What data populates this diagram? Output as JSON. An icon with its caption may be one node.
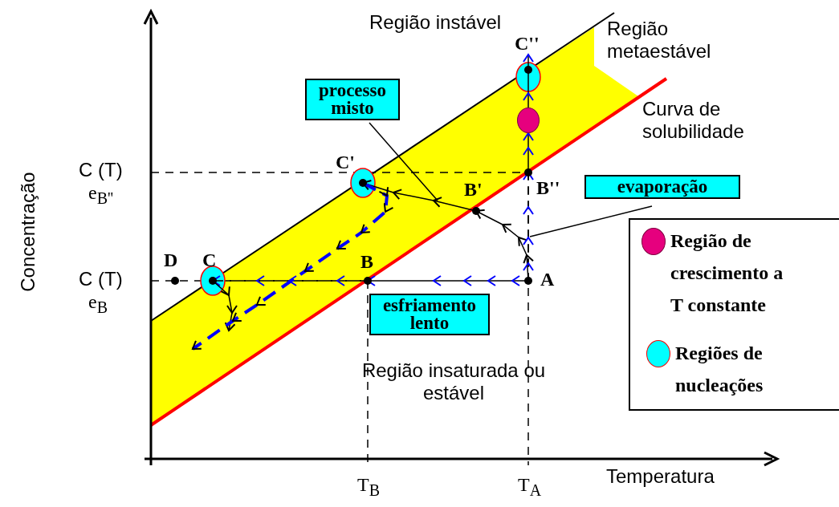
{
  "diagram": {
    "nodes": [
      {
        "text": [
          "C''"
        ]
      },
      {
        "text": [],
        "shape": "circle"
      },
      {
        "text": [
          "processo misto"
        ]
      },
      {
        "text": [
          "C'"
        ]
      },
      {
        "text": [
          "B'"
        ]
      },
      {
        "text": [
          "B''"
        ]
      },
      {
        "text": [
          "evaporação"
        ]
      },
      {
        "text": [
          "D"
        ]
      },
      {
        "text": [
          "C"
        ]
      },
      {
        "text": [
          "B"
        ]
      },
      {
        "text": [
          "A"
        ]
      },
      {
        "text": [
          "esfriamento lento"
        ]
      }
    ],
    "edges": [
      {
        "from": 10,
        "to": 9,
        "arrow": "to"
      },
      {
        "from": 9,
        "to": 8,
        "arrow": "to",
        "style": "dashed"
      },
      {
        "from": 10,
        "to": 4,
        "arrow": "to"
      },
      {
        "from": 4,
        "to": 3,
        "arrow": "to"
      },
      {
        "from": 10,
        "to": 5,
        "arrow": "to",
        "style": "dashed"
      },
      {
        "from": 5,
        "to": 1,
        "arrow": "to"
      },
      {
        "from": 1,
        "to": 0,
        "arrow": "to"
      },
      {
        "from": 8,
        "to": null,
        "arrow": "to"
      },
      {
        "from": 3,
        "to": null,
        "arrow": "to",
        "style": "dashed",
        "color": "#0000ff"
      },
      {
        "from": 2,
        "to": null,
        "arrow": "none"
      },
      {
        "from": 6,
        "to": null,
        "arrow": "none"
      }
    ],
    "labels": [
      "Região instável",
      "Região metaestável",
      "Curva de solubilidade",
      "C (T)",
      "e$_{B''}$",
      "Concentração",
      "C (T)",
      "e$_{B}$",
      "Região insaturada ou estável",
      "T$_{B}$",
      "T$_{A}$",
      "Temperatura"
    ],
    "legend": [
      {
        "text": "Região de crescimento a T constante",
        "color": "#e6007e"
      },
      {
        "text": "Regiões de nucleações",
        "color": "#00ffff"
      }
    ]
  }
}
